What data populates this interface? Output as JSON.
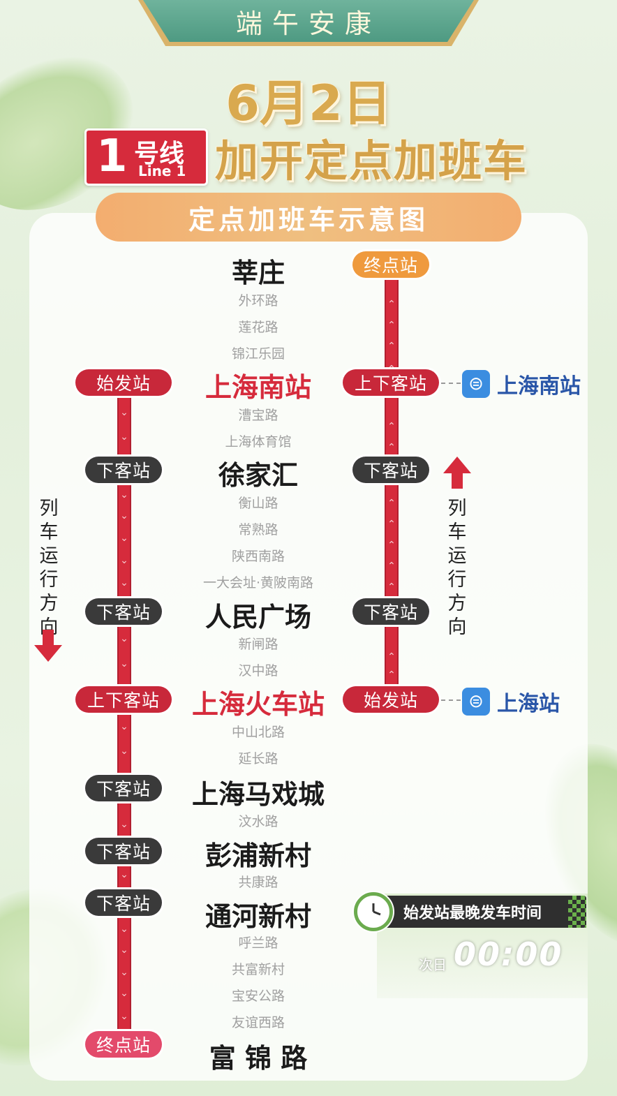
{
  "banner": "端午安康",
  "date": "6月2日",
  "headline": "加开定点加班车",
  "line_badge": {
    "number": "1",
    "name": "号线",
    "en": "Line 1"
  },
  "diagram_title": "定点加班车示意图",
  "direction_text": "列车运行方向",
  "stations": [
    {
      "name": "莘庄",
      "kind": "major"
    },
    {
      "name": "外环路",
      "kind": "minor"
    },
    {
      "name": "莲花路",
      "kind": "minor"
    },
    {
      "name": "锦江乐园",
      "kind": "minor"
    },
    {
      "name": "上海南站",
      "kind": "hl"
    },
    {
      "name": "漕宝路",
      "kind": "minor"
    },
    {
      "name": "上海体育馆",
      "kind": "minor"
    },
    {
      "name": "徐家汇",
      "kind": "major"
    },
    {
      "name": "衡山路",
      "kind": "minor"
    },
    {
      "name": "常熟路",
      "kind": "minor"
    },
    {
      "name": "陕西南路",
      "kind": "minor"
    },
    {
      "name": "一大会址·黄陂南路",
      "kind": "minor"
    },
    {
      "name": "人民广场",
      "kind": "major"
    },
    {
      "name": "新闸路",
      "kind": "minor"
    },
    {
      "name": "汉中路",
      "kind": "minor"
    },
    {
      "name": "上海火车站",
      "kind": "hl"
    },
    {
      "name": "中山北路",
      "kind": "minor"
    },
    {
      "name": "延长路",
      "kind": "minor"
    },
    {
      "name": "上海马戏城",
      "kind": "major"
    },
    {
      "name": "汶水路",
      "kind": "minor"
    },
    {
      "name": "彭浦新村",
      "kind": "major"
    },
    {
      "name": "共康路",
      "kind": "minor"
    },
    {
      "name": "通河新村",
      "kind": "major"
    },
    {
      "name": "呼兰路",
      "kind": "minor"
    },
    {
      "name": "共富新村",
      "kind": "minor"
    },
    {
      "name": "宝安公路",
      "kind": "minor"
    },
    {
      "name": "友谊西路",
      "kind": "minor"
    },
    {
      "name": "富 锦 路",
      "kind": "major"
    }
  ],
  "left_tags": [
    "始发站",
    "下客站",
    "下客站",
    "上下客站",
    "下客站",
    "下客站",
    "下客站",
    "终点站"
  ],
  "right_tags": [
    "终点站",
    "上下客站",
    "下客站",
    "下客站",
    "始发站"
  ],
  "rail_links": [
    "上海南站",
    "上海站"
  ],
  "last_train": {
    "label": "始发站最晚发车时间",
    "prefix": "次日",
    "time": "00:00"
  },
  "colors": {
    "line_red": "#d62b3c",
    "gold": "#d4a24a",
    "rail_blue": "#2a56a8"
  }
}
